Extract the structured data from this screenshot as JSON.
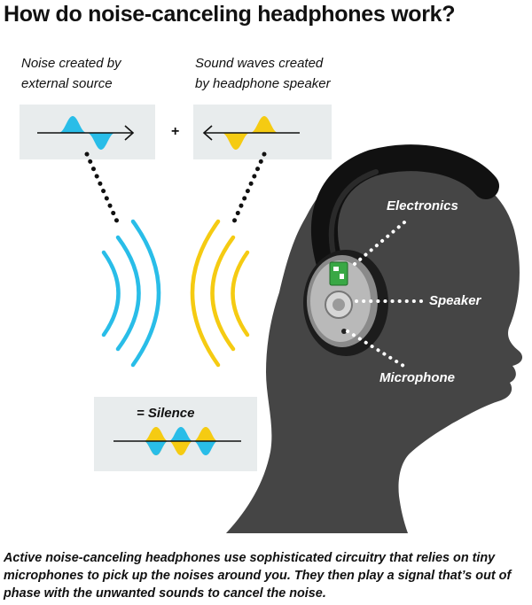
{
  "title": "How do noise-canceling headphones work?",
  "captions": {
    "noise": [
      "Noise created by",
      "external source"
    ],
    "speaker": [
      "Sound waves created",
      "by headphone speaker"
    ]
  },
  "operator_plus": "+",
  "result_label": "= Silence",
  "headphone_labels": {
    "electronics": "Electronics",
    "speaker": "Speaker",
    "microphone": "Microphone"
  },
  "description": "Active noise-canceling headphones use sophisticated circuitry that relies on tiny microphones to pick up the noises around you. They then play a signal that’s out of phase with the unwanted sounds to cancel the noise.",
  "colors": {
    "noise_wave": "#29bde8",
    "anti_wave": "#f5cb12",
    "panel": "#e8eced",
    "head": "#454545",
    "headphone_band": "#111111",
    "text": "#111111"
  }
}
